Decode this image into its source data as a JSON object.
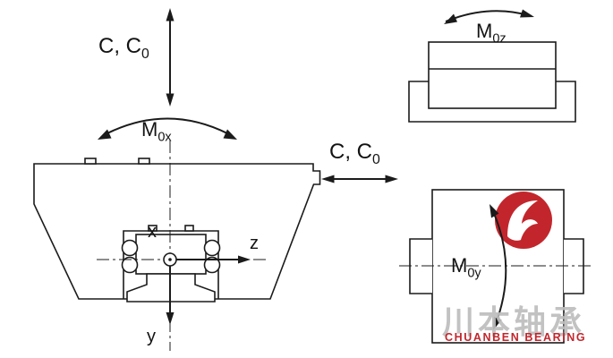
{
  "labels": {
    "load_vertical": {
      "main": "C, C",
      "sub": "0"
    },
    "moment_x": {
      "main": "M",
      "sub": "0x"
    },
    "load_lateral": {
      "main": "C, C",
      "sub": "0"
    },
    "moment_z": {
      "main": "M",
      "sub": "0z"
    },
    "moment_y": {
      "main": "M",
      "sub": "0y"
    },
    "axis_x": "x",
    "axis_y": "y",
    "axis_z": "z"
  },
  "watermark": {
    "brand_chinese": "川本轴承",
    "brand_english": "CHUANBEN BEARING"
  },
  "colors": {
    "line": "#1b1b1b",
    "brand_red": "#c2262c",
    "watermark_gray": "#bdbdbd"
  }
}
